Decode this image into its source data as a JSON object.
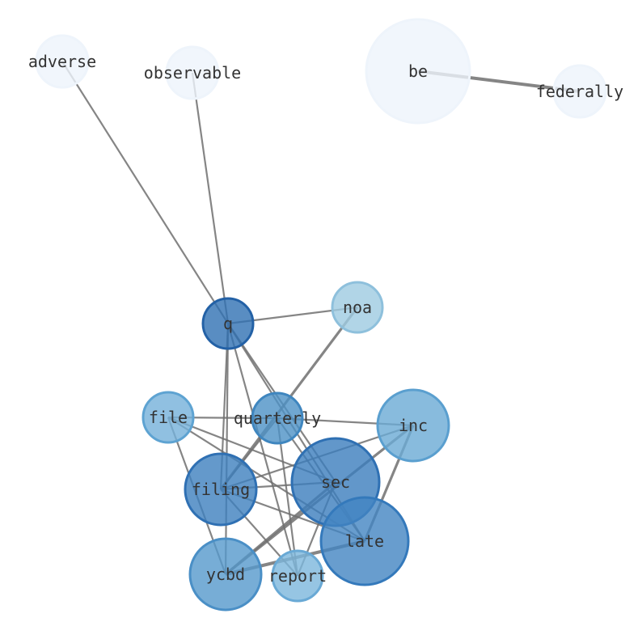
{
  "chart_data": {
    "type": "network",
    "title": "",
    "nodes": [
      {
        "id": "adverse",
        "label": "adverse",
        "color": "#eef4fb",
        "stroke": "#eef4fb"
      },
      {
        "id": "observable",
        "label": "observable",
        "color": "#eef4fb",
        "stroke": "#eef4fb"
      },
      {
        "id": "be",
        "label": "be",
        "color": "#eef4fb",
        "stroke": "#eef4fb"
      },
      {
        "id": "federally",
        "label": "federally",
        "color": "#eef4fb",
        "stroke": "#eef4fb"
      },
      {
        "id": "q",
        "label": "q",
        "color": "#2f70b3",
        "stroke": "#2361a6"
      },
      {
        "id": "noa",
        "label": "noa",
        "color": "#9ecae1",
        "stroke": "#8ec0dc"
      },
      {
        "id": "file",
        "label": "file",
        "color": "#74b0d9",
        "stroke": "#5ea3d2"
      },
      {
        "id": "quarterly",
        "label": "quarterly",
        "color": "#4c91c6",
        "stroke": "#3f86bf"
      },
      {
        "id": "inc",
        "label": "inc",
        "color": "#6aaad5",
        "stroke": "#5a9fcf"
      },
      {
        "id": "sec",
        "label": "sec",
        "color": "#3b7dbd",
        "stroke": "#2f70b3"
      },
      {
        "id": "filing",
        "label": "filing",
        "color": "#3d7fbe",
        "stroke": "#2f70b3"
      },
      {
        "id": "late",
        "label": "late",
        "color": "#4285c2",
        "stroke": "#3479bb"
      },
      {
        "id": "ycbd",
        "label": "ycbd",
        "color": "#5599cc",
        "stroke": "#4a8fc6"
      },
      {
        "id": "report",
        "label": "report",
        "color": "#7cb6dc",
        "stroke": "#69a9d5"
      }
    ],
    "edges": [
      {
        "source": "be",
        "target": "federally",
        "weight": 3
      },
      {
        "source": "q",
        "target": "adverse",
        "weight": 1
      },
      {
        "source": "q",
        "target": "observable",
        "weight": 1
      },
      {
        "source": "q",
        "target": "noa",
        "weight": 1
      },
      {
        "source": "q",
        "target": "sec",
        "weight": 1
      },
      {
        "source": "q",
        "target": "late",
        "weight": 1
      },
      {
        "source": "q",
        "target": "filing",
        "weight": 1
      },
      {
        "source": "q",
        "target": "ycbd",
        "weight": 1
      },
      {
        "source": "q",
        "target": "report",
        "weight": 1
      },
      {
        "source": "noa",
        "target": "filing",
        "weight": 2
      },
      {
        "source": "file",
        "target": "quarterly",
        "weight": 1
      },
      {
        "source": "file",
        "target": "late",
        "weight": 1
      },
      {
        "source": "file",
        "target": "sec",
        "weight": 1
      },
      {
        "source": "file",
        "target": "ycbd",
        "weight": 1
      },
      {
        "source": "quarterly",
        "target": "inc",
        "weight": 1
      },
      {
        "source": "quarterly",
        "target": "filing",
        "weight": 1
      },
      {
        "source": "quarterly",
        "target": "late",
        "weight": 1
      },
      {
        "source": "quarterly",
        "target": "report",
        "weight": 1
      },
      {
        "source": "inc",
        "target": "filing",
        "weight": 1
      },
      {
        "source": "inc",
        "target": "late",
        "weight": 2
      },
      {
        "source": "inc",
        "target": "ycbd",
        "weight": 2
      },
      {
        "source": "sec",
        "target": "filing",
        "weight": 1
      },
      {
        "source": "sec",
        "target": "report",
        "weight": 1
      },
      {
        "source": "filing",
        "target": "late",
        "weight": 1
      },
      {
        "source": "filing",
        "target": "report",
        "weight": 1
      },
      {
        "source": "late",
        "target": "ycbd",
        "weight": 3
      },
      {
        "source": "sec",
        "target": "ycbd",
        "weight": 2
      }
    ]
  }
}
